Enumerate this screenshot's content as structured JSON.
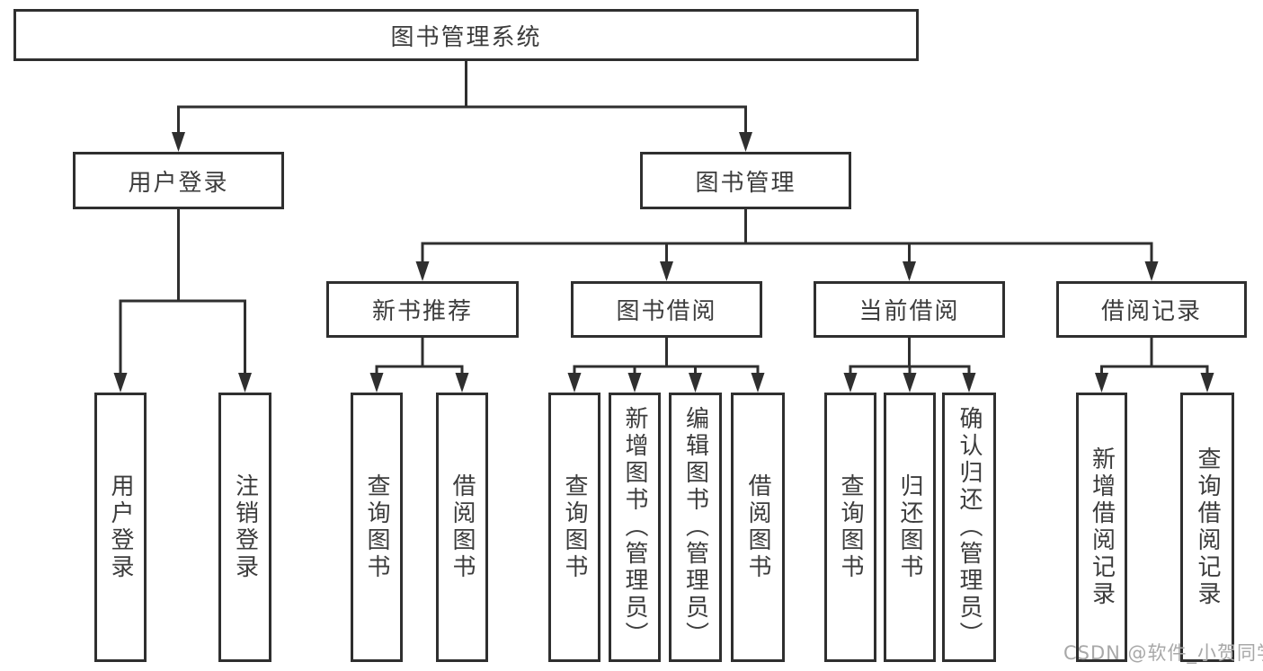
{
  "tree": {
    "label": "图书管理系统",
    "children": [
      {
        "label": "用户登录",
        "children": [
          {
            "label": "用户登录"
          },
          {
            "label": "注销登录"
          }
        ]
      },
      {
        "label": "图书管理",
        "children": [
          {
            "label": "新书推荐",
            "children": [
              {
                "label": "查询图书"
              },
              {
                "label": "借阅图书"
              }
            ]
          },
          {
            "label": "图书借阅",
            "children": [
              {
                "label": "查询图书"
              },
              {
                "label": "新增图书（管理员）"
              },
              {
                "label": "编辑图书（管理员）"
              },
              {
                "label": "借阅图书"
              }
            ]
          },
          {
            "label": "当前借阅",
            "children": [
              {
                "label": "查询图书"
              },
              {
                "label": "归还图书"
              },
              {
                "label": "确认归还（管理员）"
              }
            ]
          },
          {
            "label": "借阅记录",
            "children": [
              {
                "label": "新增借阅记录"
              },
              {
                "label": "查询借阅记录"
              }
            ]
          }
        ]
      }
    ]
  },
  "watermark": {
    "text": "CSDN @软件_小贺同学"
  },
  "colors": {
    "background": "#ffffff",
    "box_border": "#2f2f2f",
    "connector_line": "#2f2f2f",
    "text": "#3c3c3c",
    "watermark_text": "#a8a8a8"
  }
}
